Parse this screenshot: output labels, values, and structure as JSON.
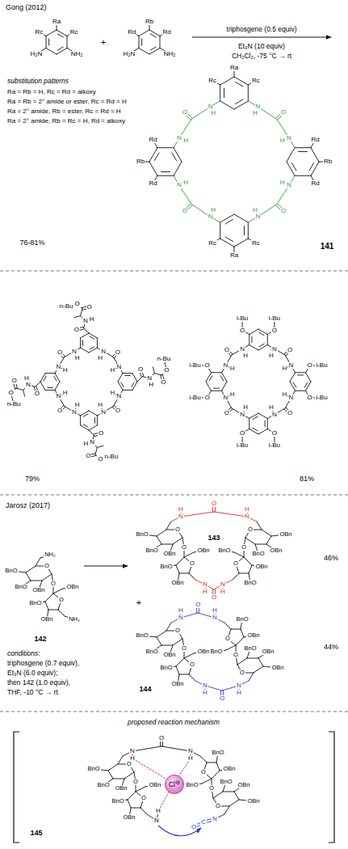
{
  "diagram": {
    "nodes": [
      {
        "text": [
          "Cl",
          "⊖"
        ]
      }
    ],
    "labels": [
      "Gong (2012)",
      "Ra",
      "Rc",
      "Rc",
      "NH₂",
      "H₂N",
      "+",
      "Rb",
      "Rd",
      "Rd",
      "NH₂",
      "H₂N",
      "triphosgene (0.5 equiv)",
      "Et₃N (10 equiv)",
      "CH₂Cl₂, -75 °C → rt",
      "substitution patterns",
      "Ra = Rb = H, Rc = Rd = alkoxy",
      "Ra = Rb = 2° amide or ester, Rc = Rd = H",
      "Ra = 2° amide, Rb = ester, Rc = Rd = H",
      "Ra = 2° amide, Rb = Rc = H, Rd = alkoxy",
      "Ra",
      "Rc",
      "Rc",
      "Rb",
      "Rd",
      "Rd",
      "Ra",
      "Rc",
      "Rc",
      "Rb",
      "Rd",
      "Rd",
      "N",
      "H",
      "N",
      "H",
      "O",
      "N",
      "H",
      "N",
      "H",
      "O",
      "N",
      "H",
      "N",
      "H",
      "O",
      "N",
      "H",
      "N",
      "H",
      "O",
      "141",
      "76-81%",
      "O",
      "N",
      "H",
      "O",
      "O",
      "n-Bu",
      "O",
      "N",
      "H",
      "O",
      "O",
      "n-Bu",
      "O",
      "N",
      "H",
      "O",
      "O",
      "n-Bu",
      "O",
      "N",
      "H",
      "O",
      "O",
      "n-Bu",
      "N",
      "H",
      "N",
      "H",
      "O",
      "N",
      "H",
      "N",
      "H",
      "O",
      "N",
      "H",
      "N",
      "H",
      "O",
      "N",
      "H",
      "N",
      "H",
      "O",
      "79%",
      "O",
      "i-Bu",
      "O",
      "i-Bu",
      "O",
      "i-Bu",
      "O",
      "i-Bu",
      "O",
      "i-Bu",
      "O",
      "i-Bu",
      "O",
      "i-Bu",
      "O",
      "i-Bu",
      "N",
      "H",
      "N",
      "H",
      "O",
      "N",
      "H",
      "N",
      "H",
      "O",
      "N",
      "H",
      "N",
      "H",
      "O",
      "N",
      "H",
      "N",
      "H",
      "O",
      "81%",
      "Jarosz (2017)",
      "O",
      "BnO",
      "BnO",
      "OBn",
      "O",
      "O",
      "OBn",
      "BnO",
      "OBn",
      "NH₂",
      "NH₂",
      "142",
      "conditions:",
      "triphosgene (0.7 equiv),",
      "Et₃N (6.0 equiv);",
      "then 142 (1.0 equiv),",
      "THF, -10 °C → rt",
      "O",
      "BnO",
      "BnO",
      "OBn",
      "O",
      "O",
      "OBn",
      "BnO",
      "OBn",
      "O",
      "OBn",
      "OBn",
      "BnO",
      "O",
      "O",
      "BnO",
      "OBn",
      "BnO",
      "N",
      "H",
      "N",
      "H",
      "O",
      "N",
      "H",
      "N",
      "H",
      "O",
      "143",
      "46%",
      "+",
      "O",
      "BnO",
      "BnO",
      "OBn",
      "O",
      "O",
      "OBn",
      "BnO",
      "OBn",
      "O",
      "OBn",
      "OBn",
      "BnO",
      "O",
      "O",
      "BnO",
      "OBn",
      "BnO",
      "N",
      "H",
      "N",
      "H",
      "O",
      "N",
      "H",
      "N",
      "H",
      "O",
      "144",
      "44%",
      "proposed reaction mechanism",
      "O",
      "BnO",
      "BnO",
      "OBn",
      "O",
      "O",
      "OBn",
      "BnO",
      "OBn",
      "O",
      "OBn",
      "OBn",
      "BnO",
      "O",
      "O",
      "BnO",
      "OBn",
      "BnO",
      "N",
      "H",
      "N",
      "H",
      "O",
      "N",
      "H",
      "N",
      "C",
      "O",
      "145"
    ]
  }
}
